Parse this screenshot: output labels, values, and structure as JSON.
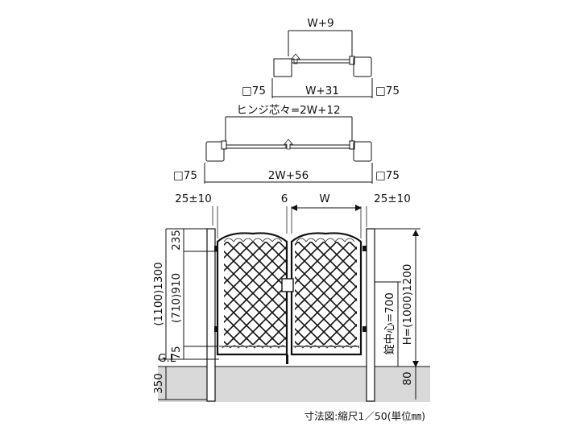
{
  "diagram": {
    "single_plan": {
      "top_dim": "W+9",
      "post_left": "□75",
      "bottom_dim": "W+31",
      "post_right": "□75"
    },
    "double_plan": {
      "hinge_dim": "ヒンジ芯々=2W+12",
      "post_left": "□75",
      "bottom_dim": "2W+56",
      "post_right": "□75"
    },
    "elevation": {
      "left_gap": "25±10",
      "center_gap": "6",
      "leaf_width": "W",
      "right_gap": "25±10",
      "left_height_1": "235",
      "left_height_2": "(710)910",
      "left_height_3": "75",
      "left_total": "(1100)1300",
      "ground_label": "G.L",
      "embed_depth": "350",
      "lock_height": "錠中心=700",
      "total_height": "H=(1000)1200",
      "ground_clearance": "80"
    },
    "caption": "寸法図:縮尺1／50(単位㎜)"
  }
}
